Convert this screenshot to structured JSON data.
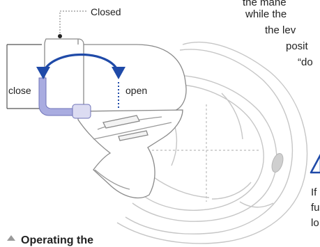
{
  "labels": {
    "closed": "Closed",
    "close": "close",
    "open": "open"
  },
  "body_text": [
    "the mane",
    "while the",
    "the lev",
    "posit",
    "“do"
  ],
  "side_text": [
    "If",
    "fu",
    "lo"
  ],
  "section_heading": "Operating the",
  "colors": {
    "accent": "#1f4aa8",
    "lever": "#a9ace0",
    "line": "#8a8a8a",
    "light_line": "#bfbfbf"
  },
  "icons": [
    "warning-triangle-icon",
    "section-bullet-icon"
  ]
}
